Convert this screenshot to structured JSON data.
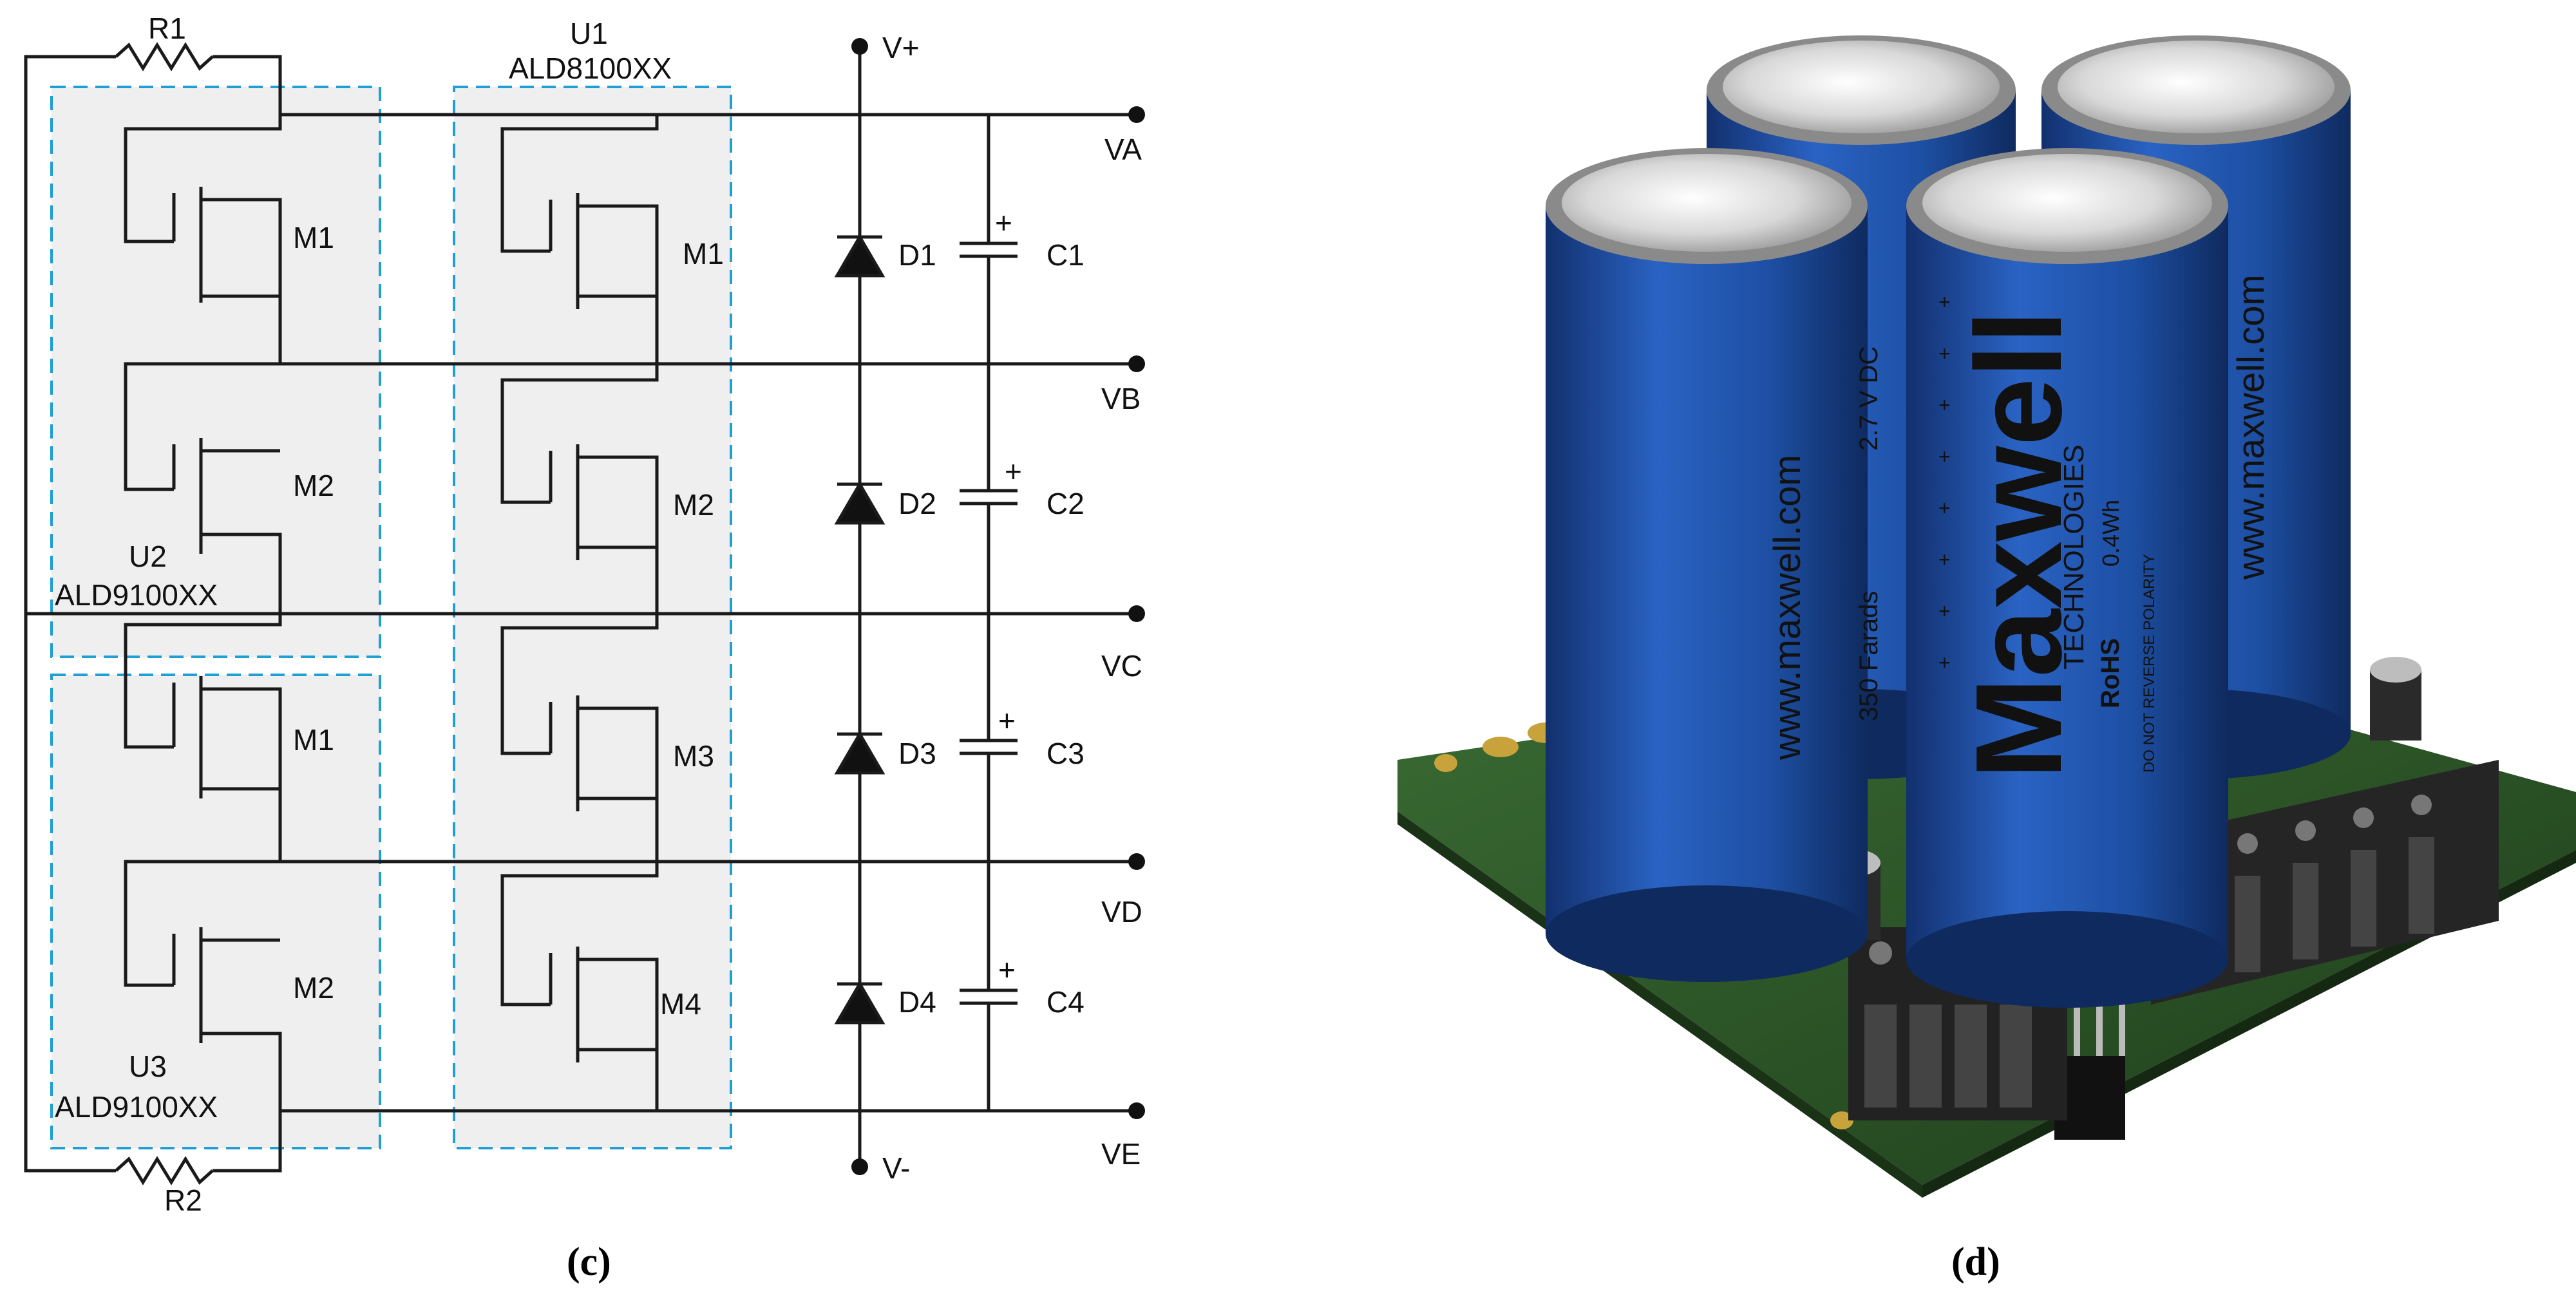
{
  "panel_c": {
    "caption": "(c)",
    "resistors": {
      "r1": "R1",
      "r2": "R2"
    },
    "u1": {
      "name": "U1",
      "part": "ALD8100XX"
    },
    "u2": {
      "name": "U2",
      "part": "ALD9100XX"
    },
    "u3": {
      "name": "U3",
      "part": "ALD9100XX"
    },
    "u1_mosfets": [
      "M1",
      "M2",
      "M3",
      "M4"
    ],
    "u2_mosfets": [
      "M1",
      "M2"
    ],
    "u3_mosfets": [
      "M1",
      "M2"
    ],
    "diodes": [
      "D1",
      "D2",
      "D3",
      "D4"
    ],
    "capacitors": [
      "C1",
      "C2",
      "C3",
      "C4"
    ],
    "cap_polarity": "+",
    "rails": {
      "top": "V+",
      "bottom": "V-"
    },
    "nodes": [
      "VA",
      "VB",
      "VC",
      "VD",
      "VE"
    ]
  },
  "panel_d": {
    "caption": "(d)",
    "brand": "Maxwell",
    "brand_sub": "TECHNOLOGIES",
    "url": "www.maxwell.com",
    "rating": "2.7 V DC",
    "capacitance": "350 Farads",
    "energy": "0.4Wh",
    "rohs": "RoHS",
    "warning": "DO NOT REVERSE POLARITY"
  },
  "colors": {
    "wire": "#1a1a1a",
    "box_fill": "#efefef",
    "box_dash": "#1e9fd6",
    "cap_blue": "#1d4fa3",
    "pcb_green": "#2f5a2a"
  }
}
